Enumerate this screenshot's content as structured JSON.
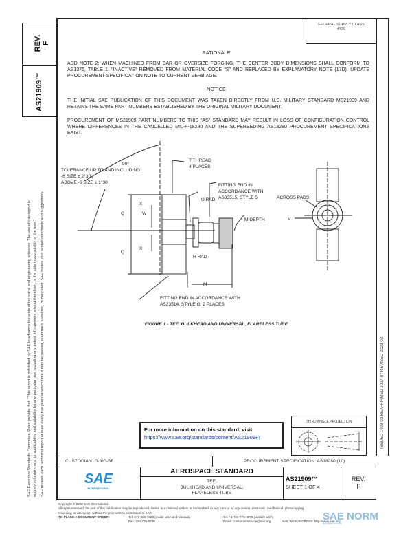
{
  "side": {
    "rev_label": "REV.",
    "rev": "F",
    "doc_number": "AS21909™",
    "disclaimer_1": "SAE Executive Standards Committee Rules provide that: \"This report is published by SAE to advance the state of technical and engineering sciences. The use of this report is",
    "disclaimer_2": "entirely voluntary, and its applicability and suitability for any particular use, including any patent infringement arising therefrom, is the sole responsibility of the user.\"",
    "disclaimer_3": "SAE reviews each technical report at least every five years at which time it may be revised, reaffirmed, stabilized, or cancelled. SAE invites your written comments and suggestions."
  },
  "fsc": {
    "line1": "FEDERAL SUPPLY CLASS",
    "line2": "4730"
  },
  "rationale": {
    "title": "RATIONALE",
    "text": "ADD NOTE 2: WHEN MACHINED FROM BAR OR OVERSIZE FORGING, THE CENTER BODY DIMENSIONS SHALL CONFORM TO AS1376, TABLE 1. \"INACTIVE\" REMOVED FROM MATERIAL CODE \"S\" AND REPLACED BY EXPLANATORY NOTE (17D). UPDATE PROCUREMENT SPECIFICATION NOTE TO CURRENT VERBIAGE."
  },
  "notice": {
    "title": "NOTICE",
    "p1": "THE INITIAL SAE PUBLICATION OF THIS DOCUMENT WAS TAKEN DIRECTLY FROM U.S. MILITARY STANDARD MS21909 AND RETAINS THE SAME PART NUMBERS ESTABLISHED BY THE ORIGINAL MILITARY DOCUMENT.",
    "p2": "PROCUREMENT OF MS21909 PART NUMBERS TO THIS \"AS\" STANDARD MAY RESULT IN LOSS OF CONFIGURATION CONTROL WHERE DIFFERENCES IN THE CANCELLED MIL-F-18280 AND THE SUPERSEDING AS18280 PROCUREMENT SPECIFICATIONS EXIST."
  },
  "figure": {
    "angle": "90°",
    "tol1": "TOLERANCE UP TO AND INCLUDING",
    "tol2": "-6 SIZE ± 2°30',",
    "tol3": "ABOVE -6 SIZE ± 1°30'",
    "thread1": "T THREAD",
    "thread2": "4 PLACES",
    "fit1a": "FITTING END IN",
    "fit1b": "ACCORDANCE WITH",
    "fit1c": "AS33515, STYLE S",
    "urad": "U RAD",
    "hrad": "H RAD",
    "mdepth": "M DEPTH",
    "across": "ACROSS PADS",
    "v": "V",
    "q": "Q",
    "w": "W",
    "x": "X",
    "m": "M",
    "fit2a": "FITTING END IN ACCORDANCE WITH",
    "fit2b": "AS33514, STYLE G, 2 PLACES",
    "caption": "FIGURE 1 - TEE, BULKHEAD AND UNIVERSAL, FLARELESS TUBE"
  },
  "revision_strip": "ISSUED 1998-03    REAFFIRMED 2007-07    REVISED 2023-02",
  "info": {
    "text": "For more information on this standard, visit",
    "link": "https://www.sae.org/standards/content/AS21909F/"
  },
  "projection": "THIRD ANGLE PROJECTION",
  "custodian": "CUSTODIAN: G-3/G-3B",
  "procurement": "PROCUREMENT SPECIFICATION: AS18280 (10)",
  "title_block": {
    "logo": "SAE",
    "logo_sub": "INTERNATIONAL",
    "heading": "AEROSPACE STANDARD",
    "t1": "TEE,",
    "t2": "BULKHEAD AND UNIVERSAL,",
    "t3": "FLARELESS TUBE",
    "doc": "AS21909™",
    "sheet": "SHEET 1 OF 4",
    "rev_label": "REV.",
    "rev": "F"
  },
  "footer": {
    "copyright": "Copyright © 2023 SAE International",
    "rights": "All rights reserved. No part of this publication may be reproduced, stored in a retrieval system or transmitted, in any form or by any means, electronic, mechanical, photocopying,",
    "rights2": "recording, or otherwise, without the prior written permission of SAE.",
    "order": "TO PLACE A DOCUMENT ORDER:",
    "tel1": "Tel: 877-606-7323 (inside USA and Canada)",
    "fax": "Fax: 724-776-0790",
    "tel2": "Tel: +1 724-776-4970 (outside USA)",
    "email": "Email: CustomerService@sae.org",
    "web": "SAE WEB ADDRESS: http://www.sae.org"
  },
  "watermark": {
    "text": "SAE NORM",
    "sub": "INTERNATIONAL"
  },
  "colors": {
    "sae_blue": "#1b8fd6",
    "link": "#1a3fc4"
  }
}
